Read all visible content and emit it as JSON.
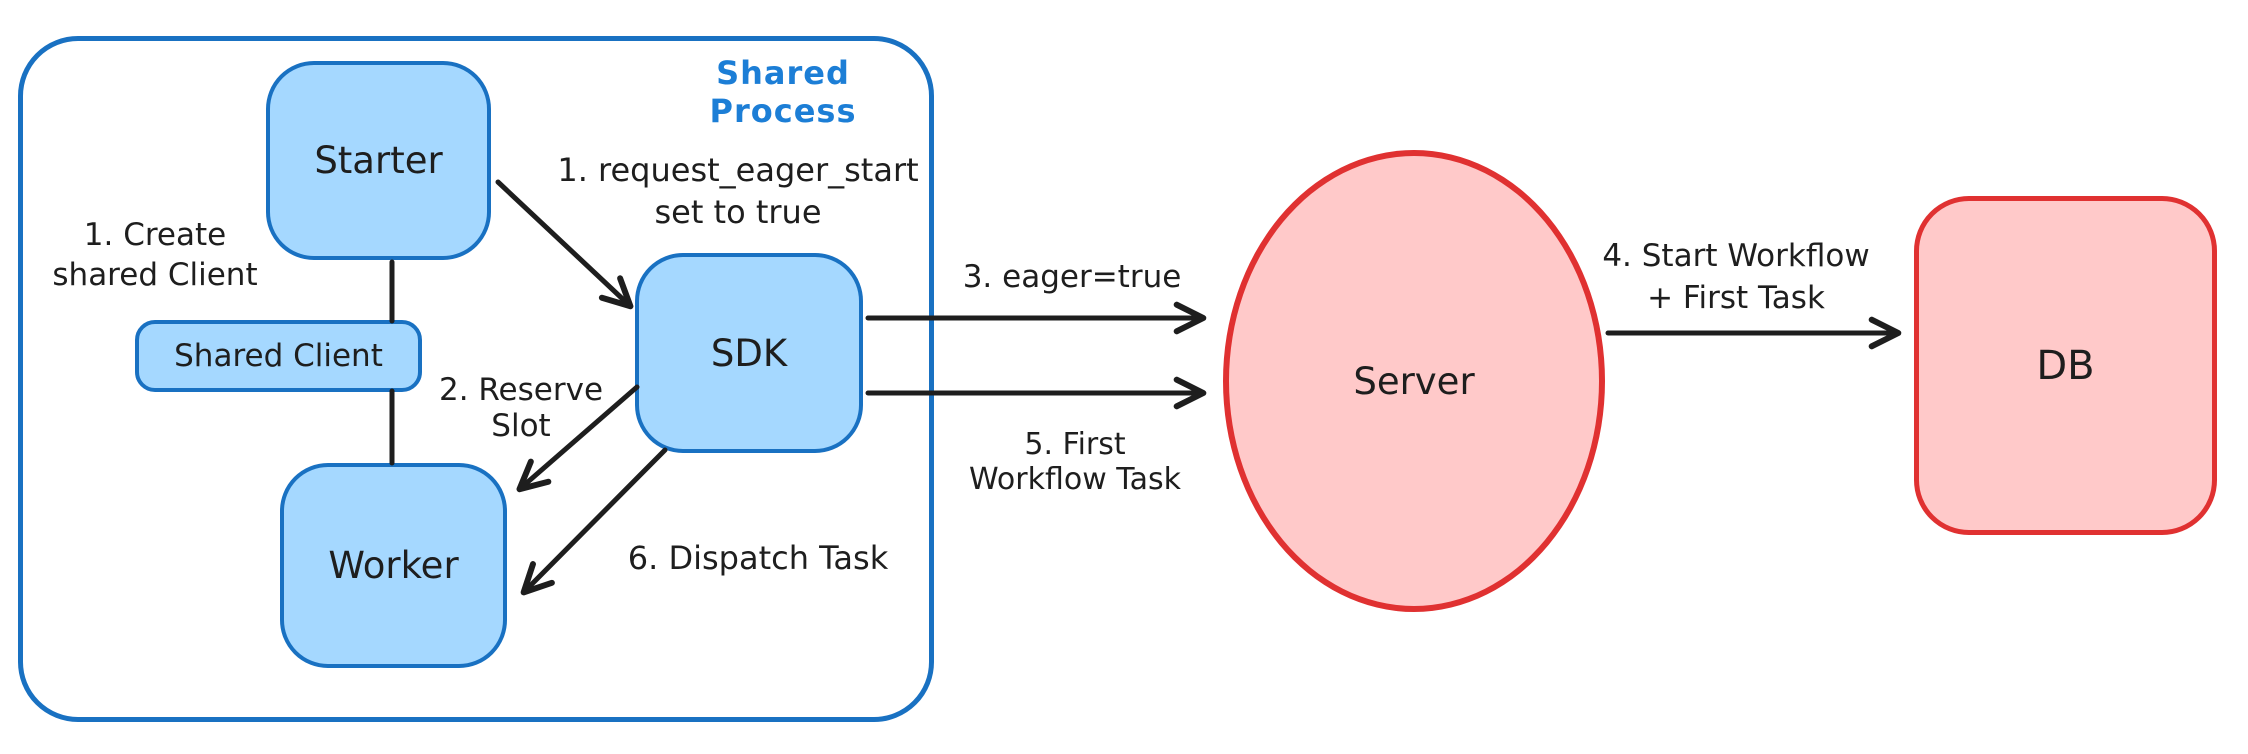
{
  "diagram": {
    "type": "workflow-architecture-sketch",
    "container": {
      "label": "Shared Process"
    },
    "nodes": {
      "starter": {
        "label": "Starter"
      },
      "shared_client": {
        "label": "Shared Client"
      },
      "worker": {
        "label": "Worker"
      },
      "sdk": {
        "label": "SDK"
      },
      "server": {
        "label": "Server"
      },
      "db": {
        "label": "DB"
      }
    },
    "annotations": {
      "create_client": {
        "line1": "1. Create",
        "line2": "shared Client"
      },
      "request_eager": {
        "line1": "1. request_eager_start",
        "line2": "set to true"
      },
      "reserve_slot": {
        "line1": "2. Reserve",
        "line2": "Slot"
      },
      "dispatch_task": {
        "line1": "6. Dispatch Task"
      },
      "eager_true": {
        "line1": "3. eager=true"
      },
      "first_workflow_task": {
        "line1": "5. First",
        "line2": "Workflow Task"
      },
      "start_workflow": {
        "line1": "4. Start Workflow",
        "line2": "+ First Task"
      }
    },
    "edges": [
      {
        "from": "starter",
        "to": "shared_client",
        "style": "plain-line"
      },
      {
        "from": "shared_client",
        "to": "worker",
        "style": "plain-line"
      },
      {
        "from": "starter",
        "to": "sdk",
        "style": "arrow",
        "label": "1. request_eager_start set to true"
      },
      {
        "from": "sdk",
        "to": "worker",
        "style": "arrow",
        "label": "2. Reserve Slot"
      },
      {
        "from": "sdk",
        "to": "worker",
        "style": "arrow",
        "label": "6. Dispatch Task"
      },
      {
        "from": "sdk",
        "to": "server",
        "style": "arrow",
        "label": "3. eager=true"
      },
      {
        "from": "sdk",
        "to": "server",
        "style": "arrow",
        "label": "5. First Workflow Task"
      },
      {
        "from": "server",
        "to": "db",
        "style": "arrow",
        "label": "4. Start Workflow + First Task"
      }
    ],
    "colors": {
      "blue_stroke": "#1971c2",
      "blue_label": "#1c7ed6",
      "blue_fill": "#a5d8ff",
      "red_stroke": "#e03131",
      "red_fill": "#ffc9c9",
      "line_black": "#1e1e1e",
      "background": "#ffffff"
    }
  }
}
